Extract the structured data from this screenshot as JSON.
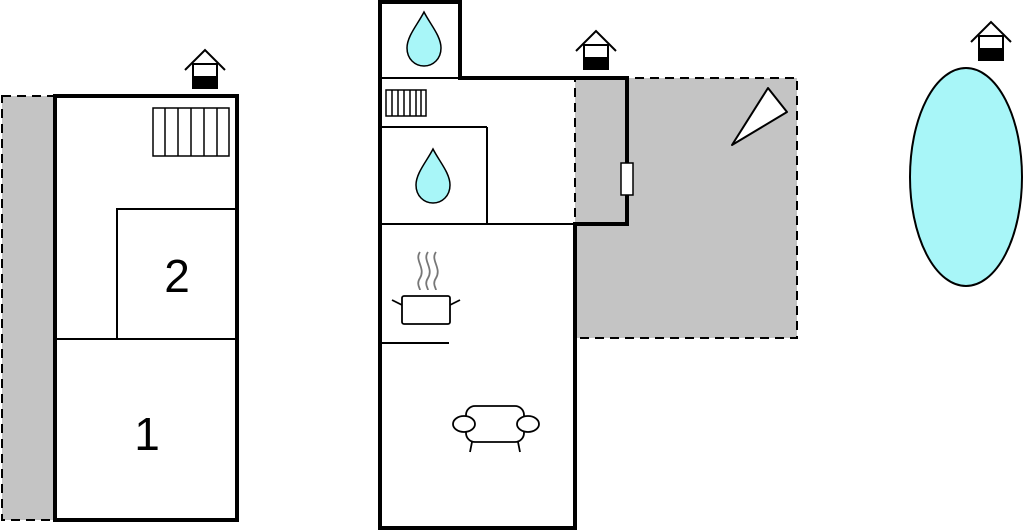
{
  "floorplan": {
    "rooms": [
      {
        "label": "1",
        "type": "bedroom"
      },
      {
        "label": "2",
        "type": "bedroom"
      }
    ],
    "icons": [
      "house-entrance-icon",
      "radiator-icon",
      "water-drop-icon",
      "cooking-pot-icon",
      "sofa-icon",
      "sun-lounger-icon",
      "pool-icon"
    ],
    "colors": {
      "walls": "#000000",
      "terrace": "#c4c4c4",
      "water": "#a8f6f8",
      "background": "#ffffff"
    }
  }
}
